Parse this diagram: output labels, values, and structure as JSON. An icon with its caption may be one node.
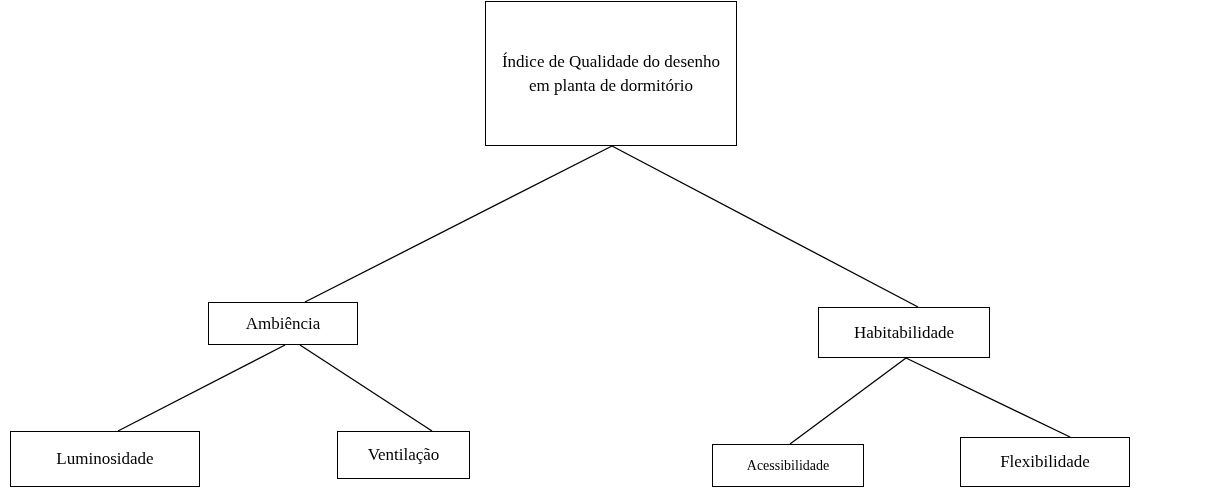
{
  "diagram": {
    "nodes": [
      {
        "text": [
          "Índice de Qualidade do desenho em planta de dormitório"
        ]
      },
      {
        "text": [
          "Ambiência"
        ]
      },
      {
        "text": [
          "Habitabilidade"
        ]
      },
      {
        "text": [
          "Luminosidade"
        ]
      },
      {
        "text": [
          "Ventilação"
        ]
      },
      {
        "text": [
          "Acessibilidade"
        ]
      },
      {
        "text": [
          "Flexibilidade"
        ]
      }
    ],
    "edges": [
      {
        "from": 0,
        "to": 1,
        "arrow": "none"
      },
      {
        "from": 0,
        "to": 2,
        "arrow": "none"
      },
      {
        "from": 1,
        "to": 3,
        "arrow": "none"
      },
      {
        "from": 1,
        "to": 4,
        "arrow": "none"
      },
      {
        "from": 2,
        "to": 5,
        "arrow": "none"
      },
      {
        "from": 2,
        "to": 6,
        "arrow": "none"
      }
    ]
  }
}
